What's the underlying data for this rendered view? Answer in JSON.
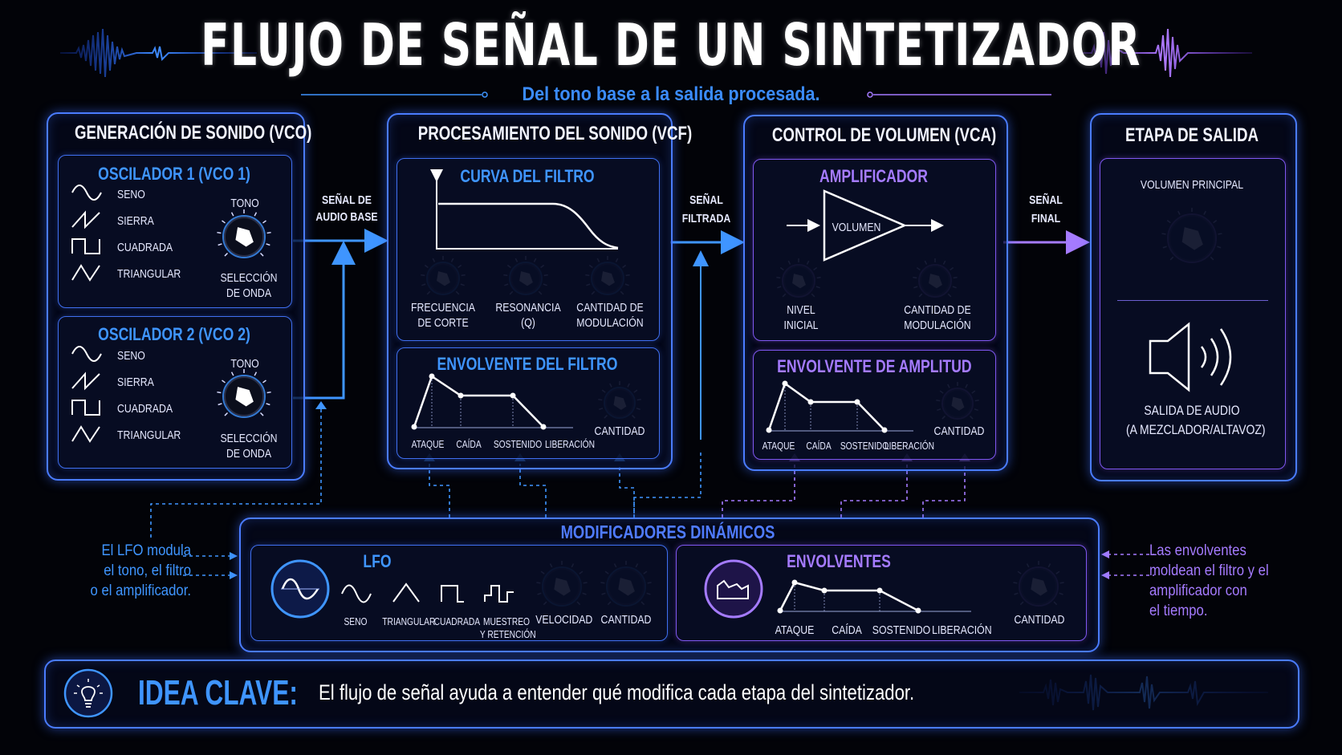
{
  "title": "FLUJO DE SEÑAL DE UN SINTETIZADOR",
  "subtitle": "Del tono base a la salida procesada.",
  "vco": {
    "title": "GENERACIÓN DE SONIDO (VCO)",
    "osc1_title": "OSCILADOR 1 (VCO 1)",
    "osc2_title": "OSCILADOR 2 (VCO 2)",
    "waves": [
      "SENO",
      "SIERRA",
      "CUADRADA",
      "TRIANGULAR"
    ],
    "tone_label": "TONO",
    "wave_select_l1": "SELECCIÓN",
    "wave_select_l2": "DE ONDA"
  },
  "signals": {
    "base_l1": "SEÑAL DE",
    "base_l2": "AUDIO BASE",
    "filtered_l1": "SEÑAL",
    "filtered_l2": "FILTRADA",
    "final_l1": "SEÑAL",
    "final_l2": "FINAL"
  },
  "vcf": {
    "title": "PROCESAMIENTO DEL SONIDO (VCF)",
    "curve_title": "CURVA DEL FILTRO",
    "knob1_l1": "FRECUENCIA",
    "knob1_l2": "DE CORTE",
    "knob2_l1": "RESONANCIA",
    "knob2_l2": "(Q)",
    "knob3_l1": "CANTIDAD DE",
    "knob3_l2": "MODULACIÓN",
    "env_title": "ENVOLVENTE DEL FILTRO",
    "env_labels": [
      "ATAQUE",
      "CAÍDA",
      "SOSTENIDO",
      "LIBERACIÓN"
    ],
    "amount_label": "CANTIDAD"
  },
  "vca": {
    "title": "CONTROL DE VOLUMEN (VCA)",
    "amp_title": "AMPLIFICADOR",
    "amp_inner": "VOLUMEN",
    "knob1_l1": "NIVEL",
    "knob1_l2": "INICIAL",
    "knob2_l1": "CANTIDAD DE",
    "knob2_l2": "MODULACIÓN",
    "env_title": "ENVOLVENTE DE AMPLITUD",
    "env_labels": [
      "ATAQUE",
      "CAÍDA",
      "SOSTENIDO",
      "LIBERACIÓN"
    ],
    "amount_label": "CANTIDAD"
  },
  "output": {
    "title": "ETAPA DE SALIDA",
    "main_volume": "VOLUMEN PRINCIPAL",
    "audio_out_l1": "SALIDA DE AUDIO",
    "audio_out_l2": "(A MEZCLADOR/ALTAVOZ)"
  },
  "modifiers": {
    "title": "MODIFICADORES DINÁMICOS",
    "lfo_title": "LFO",
    "lfo_waves": [
      "SENO",
      "TRIANGULAR",
      "CUADRADA",
      "MUESTREO",
      "Y RETENCIÓN"
    ],
    "velocity": "VELOCIDAD",
    "amount": "CANTIDAD",
    "env_title": "ENVOLVENTES",
    "env_labels": [
      "ATAQUE",
      "CAÍDA",
      "SOSTENIDO",
      "LIBERACIÓN"
    ],
    "env_amount": "CANTIDAD"
  },
  "notes": {
    "left": [
      "El LFO modula",
      "el tono, el filtro",
      "o el amplificador."
    ],
    "right": [
      "Las envolventes",
      "moldean el filtro y el",
      "amplificador con",
      "el tiempo."
    ]
  },
  "key_idea": {
    "label": "IDEA CLAVE:",
    "text": "El flujo de señal ayuda a entender qué modifica cada etapa del sintetizador."
  },
  "colors": {
    "blue": "#3f95ff",
    "purple": "#a57bff",
    "accent_blue": "#4a7cff",
    "accent_purple": "#8a5cff"
  }
}
